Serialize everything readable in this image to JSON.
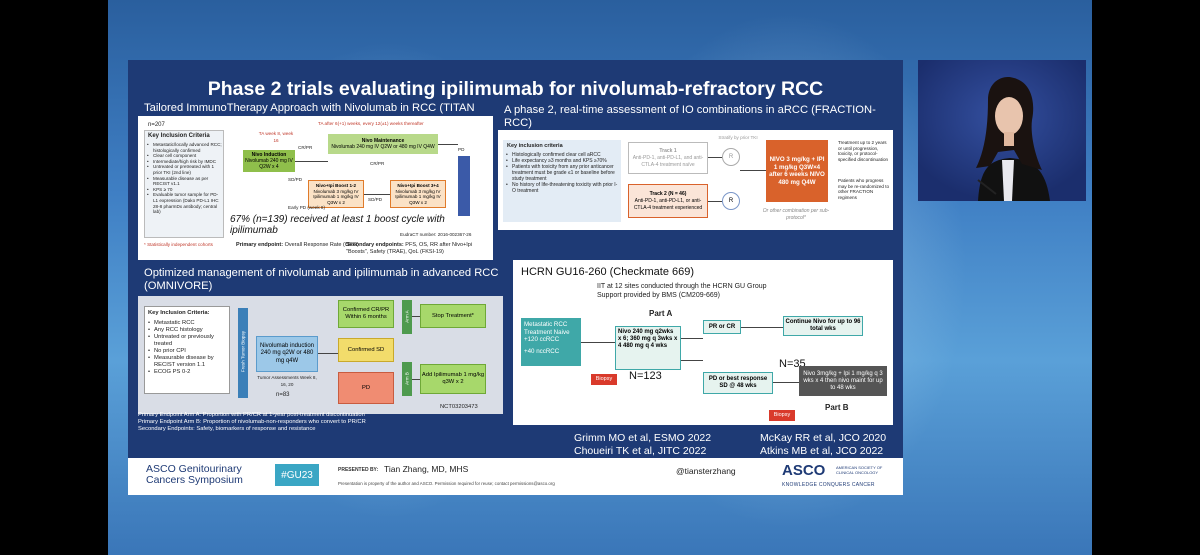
{
  "slide": {
    "title": "Phase 2 trials evaluating ipilimumab for nivolumab-refractory RCC",
    "titan": {
      "title": "Tailored ImmunoTherapy Approach with Nivolumab in RCC (TITAN RCC)",
      "n": "n=207",
      "criteria_title": "Key Inclusion Criteria",
      "criteria": [
        "Metastatic/locally advanced RCC; histologically confirmed",
        "Clear cell component",
        "Intermediate/high risk by IMDC",
        "Untreated or pretreated with 1 prior TKI (2nd line)",
        "Measurable disease as per RECIST v1.1",
        "KPS ≥ 70",
        "Evaluable tumor sample for PD-L1 expression (Dako PD-L1 IHC 28-8 pharmDx antibody; central lab)"
      ],
      "criteria_note": "* Statistically independent cohorts",
      "nivo_induction": "Nivo Induction",
      "nivo_induction_dose": "Nivolumab 240 mg IV Q2W x 4",
      "nivo_maint": "Nivo Maintenance",
      "nivo_maint_dose": "Nivolumab 240 mg IV Q2W or 480 mg IV Q4W",
      "boost12": "Nivo+Ipi Boost 1-2",
      "boost12_dose": "Nivolumab 3 mg/kg IV Ipilimumab 1 mg/kg IV Q3W x 2",
      "boost34": "Nivo+Ipi Boost 3+4",
      "boost34_dose": "Nivolumab 3 mg/kg IV Ipilimumab 1 mg/kg IV Q3W x 2",
      "ta_note": "TA after 6(+1) weeks, every 12(±1) weeks thereafter",
      "highlight": "67% (n=139) received at least 1 boost cycle with ipilimumab",
      "crpr": "CR/PR",
      "sdpd": "SD/PD",
      "early_pd": "Early PD (week 8)",
      "pd": "PD",
      "ta1": "TA week 8, week 16",
      "ct": "EudraCT number: 2016-002367-26",
      "primary_label": "Primary endpoint:",
      "primary": "Overall Response Rate (ORR)",
      "secondary_label": "Secondary endpoints:",
      "secondary": "PFS, OS, RR after Nivo+Ipi \"Boosts\", Safety (TRAE), QoL (FKSI-19)"
    },
    "fraction": {
      "title": "A phase 2, real-time assessment of IO combinations in aRCC (FRACTION-RCC)",
      "criteria_title": "Key inclusion criteria",
      "criteria": [
        "Histologically confirmed clear cell aRCC",
        "Life expectancy ≥3 months and KPS ≥70%",
        "Patients with toxicity from any prior anticancer treatment must be grade ≤1 or baseline before study treatment",
        "No history of life-threatening toxicity with prior I-O treatment"
      ],
      "track1": "Track 1",
      "track1_desc": "Anti-PD-1, anti-PD-L1, and anti-CTLA-4 treatment naïve",
      "track2": "Track 2 (N = 46)",
      "track2_desc": "Anti-PD-1, anti-PD-L1, or anti-CTLA-4 treatment experienced",
      "strata": "Stratify by prior TKI",
      "r": "R",
      "arm": "NIVO 3 mg/kg + IPI 1 mg/kg Q3W×4 after 6 weeks NIVO 480 mg Q4W",
      "other": "Or other combination per sub-protocol*",
      "outcome1": "Treatment up to 2 years or until progression, toxicity, or protocol-specified discontinuation",
      "outcome2": "Patients who progress may be re-randomized to other FRACTION regimens"
    },
    "omnivore": {
      "title": "Optimized management of nivolumab and ipilimumab in advanced RCC (OMNIVORE)",
      "criteria_title": "Key Inclusion Criteria:",
      "criteria": [
        "Metastatic RCC",
        "Any RCC histology",
        "Untreated or previously treated",
        "No prior CPI",
        "Measurable disease by RECIST version 1.1",
        "ECOG PS 0-2"
      ],
      "side": "Fresh Tumor Biopsy",
      "induction": "Nivolumab induction 240 mg q2W or 480 mg q4W",
      "tumor_assess": "Tumor Assessments Week 8, 16, 20",
      "n": "n=83",
      "crpr": "Confirmed CR/PR Within 6 months",
      "sd": "Confirmed SD",
      "pd": "PD",
      "arm_a": "Arm A",
      "arm_b": "Arm B",
      "stop": "Stop Treatment*",
      "add_ipi": "Add Ipilimumab 1 mg/kg q3W x 2",
      "nct": "NCT03203473",
      "ep1": "Primary Endpoint Arm A: Proportion with PR/CR at 1-year post-treatment discontinuation",
      "ep2": "Primary Endpoint Arm B: Proportion of nivolumab-non-responders who convert to PR/CR",
      "ep3": "Secondary Endpoints: Safety, biomarkers of response and resistance"
    },
    "hcrn": {
      "title": "HCRN GU16-260 (Checkmate 669)",
      "iit": "IIT at 12 sites conducted through the HCRN GU Group",
      "support": "Support provided by BMS (CM209-669)",
      "part_a": "Part A",
      "part_b": "Part B",
      "naive": "Metastatic RCC Treatment Naive",
      "naive_cc": "+120 ccRCC",
      "naive_ncc": "+40 nccRCC",
      "biopsy": "Biopsy",
      "nivo": "Nivo 240 mg q2wks x 6; 360 mg q 3wks x 4 480 mg q 4 wks",
      "n123": "N=123",
      "prcr": "PR or CR",
      "continue": "Continue Nivo for up to 96 total wks",
      "pdsd": "PD or best response SD @ 48 wks",
      "n35": "N=35",
      "nivo_ipi": "Nivo 3mg/kg + Ipi 1 mg/kg q 3 wks x 4 then nivo maint for up to 48 wks"
    },
    "refs": {
      "r1": "Grimm MO et al, ESMO 2022",
      "r2": "Choueiri TK et al, JITC 2022",
      "r3": "McKay RR et al, JCO 2020",
      "r4": "Atkins MB et al, JCO 2022"
    },
    "footer": {
      "asco_gu1": "ASCO Genitourinary",
      "asco_gu2": "Cancers Symposium",
      "hashtag": "#GU23",
      "presented_by": "PRESENTED BY:",
      "presenter": "Tian Zhang, MD, MHS",
      "handle": "@tiansterzhang",
      "disclaimer": "Presentation is property of the author and ASCO. Permission required for reuse; contact permissions@asco.org",
      "asco": "ASCO",
      "asco_sub1": "AMERICAN SOCIETY OF",
      "asco_sub2": "CLINICAL ONCOLOGY",
      "asco_tag": "KNOWLEDGE CONQUERS CANCER"
    }
  },
  "colors": {
    "slide_bg": "#1e3a75",
    "green": "#8fbf4b",
    "teal": "#3fa8a8",
    "orange": "#e07b2b",
    "fraction_orange": "#d9622b",
    "omni_blue": "#9cc8e8",
    "omni_green": "#a7d86b",
    "omni_yellow": "#f2dc6b",
    "omni_pink": "#f08c72"
  }
}
